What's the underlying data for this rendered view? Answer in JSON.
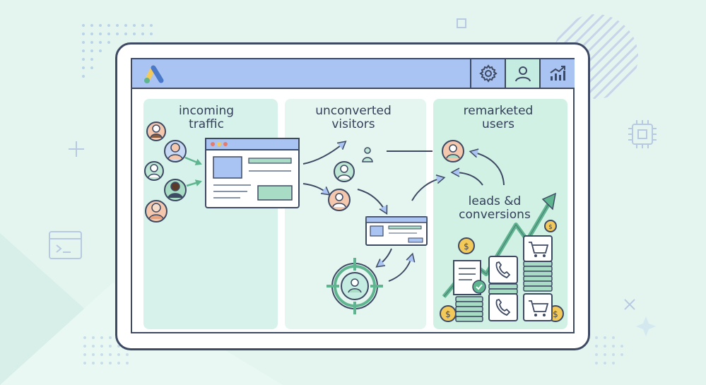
{
  "app": {
    "logo_icon": "google-ads-logo-icon",
    "toolbar": [
      {
        "icon": "gear-icon"
      },
      {
        "icon": "user-icon",
        "active": true
      },
      {
        "icon": "chart-growth-icon"
      }
    ]
  },
  "columns": [
    {
      "title": "incoming\ntraffic"
    },
    {
      "title": "unconverted\nvisitors"
    },
    {
      "title": "remarketed\nusers"
    }
  ],
  "labels": {
    "leads": "leads &d\nconversions"
  },
  "colors": {
    "background": "#e4f5f0",
    "titlebar": "#a9c4f3",
    "outline": "#3e4a63",
    "accent_green": "#5fb58f",
    "accent_blue": "#4a79c9",
    "coin": "#f3c95a"
  }
}
